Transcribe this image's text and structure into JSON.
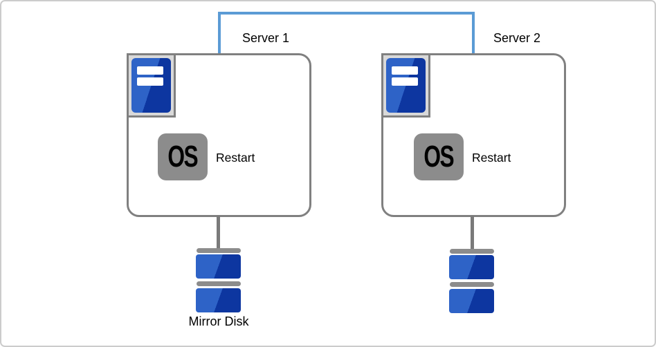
{
  "servers": [
    {
      "label": "Server 1",
      "os_badge": "OS",
      "action": "Restart"
    },
    {
      "label": "Server 2",
      "os_badge": "OS",
      "action": "Restart"
    }
  ],
  "mirror_disk_label": "Mirror Disk",
  "colors": {
    "interconnect_blue": "#5B9BD5",
    "box_border_gray": "#808080",
    "icon_frame_fill": "#D9D9D9",
    "os_chip_gray": "#8C8C8C",
    "disk_bar_gray": "#8C8C8C",
    "connector_gray": "#7A7A7A",
    "blue_light": "#2E63C7",
    "blue_dark": "#0D36A0",
    "text_black": "#000000",
    "canvas_border": "#CCCCCC"
  }
}
